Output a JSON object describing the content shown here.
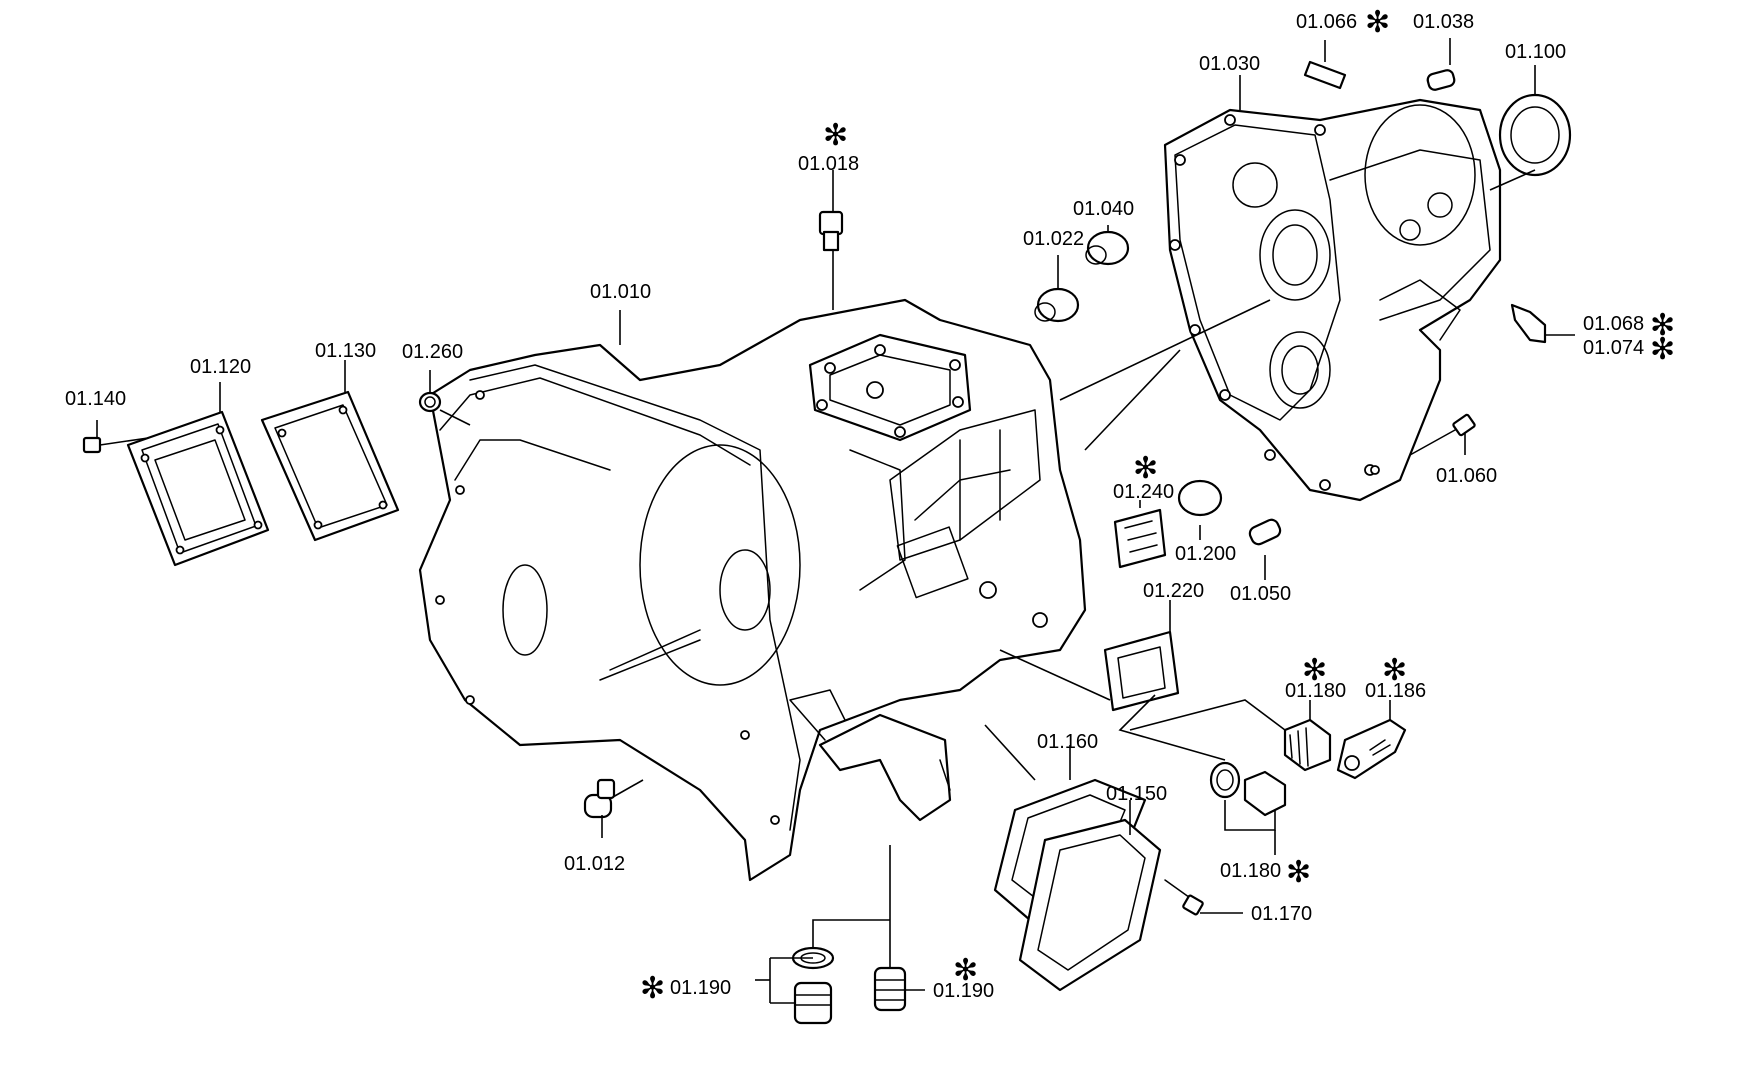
{
  "labels": {
    "l01_010": "01.010",
    "l01_012": "01.012",
    "l01_018": "01.018",
    "l01_022": "01.022",
    "l01_030": "01.030",
    "l01_038": "01.038",
    "l01_040": "01.040",
    "l01_050": "01.050",
    "l01_060": "01.060",
    "l01_066": "01.066",
    "l01_068": "01.068",
    "l01_074": "01.074",
    "l01_100": "01.100",
    "l01_120": "01.120",
    "l01_130": "01.130",
    "l01_140": "01.140",
    "l01_150": "01.150",
    "l01_160": "01.160",
    "l01_170": "01.170",
    "l01_180a": "01.180",
    "l01_180b": "01.180",
    "l01_186": "01.186",
    "l01_190a": "01.190",
    "l01_190b": "01.190",
    "l01_200": "01.200",
    "l01_220": "01.220",
    "l01_240": "01.240",
    "l01_260": "01.260"
  },
  "marker": "✻"
}
